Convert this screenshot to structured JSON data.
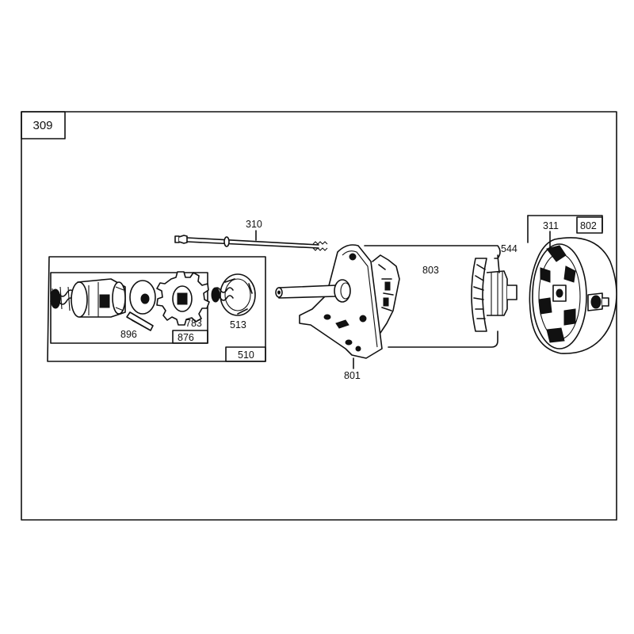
{
  "diagram": {
    "figure_number": "309",
    "labels": {
      "p310": "310",
      "p803": "803",
      "p544": "544",
      "p311": "311",
      "p802": "802",
      "p896": "896",
      "p783": "783",
      "p513": "513",
      "p876": "876",
      "p510": "510",
      "p801": "801"
    }
  }
}
